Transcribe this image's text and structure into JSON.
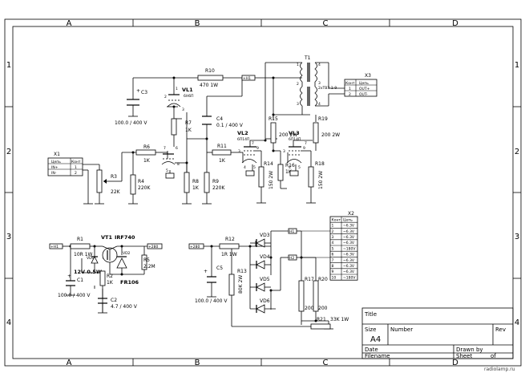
{
  "frame": {
    "columns": [
      "A",
      "B",
      "C",
      "D"
    ],
    "rows": [
      "1",
      "2",
      "3",
      "4"
    ]
  },
  "title_block": {
    "title": "Title",
    "size_label": "Size",
    "size_value": "A4",
    "number_label": "Number",
    "rev_label": "Rev",
    "date_label": "Date",
    "drawn_by_label": "Drawn by",
    "filename_label": "Filename",
    "sheet_label": "Sheet",
    "of_label": "of"
  },
  "watermark": "radiolamp.ru",
  "components": {
    "R10": {
      "ref": "R10",
      "value": "470 1W"
    },
    "C3": {
      "ref": "C3",
      "value": "100.0 / 400 V"
    },
    "VL1": {
      "ref": "VL1",
      "type": "6Н6П"
    },
    "R7": {
      "ref": "R7",
      "value": "1K"
    },
    "C4": {
      "ref": "C4",
      "value": "0.1 / 400 V"
    },
    "R6": {
      "ref": "R6",
      "value": "1K"
    },
    "R3": {
      "ref": "R3",
      "value": "22K"
    },
    "R4": {
      "ref": "R4",
      "value": "220K"
    },
    "R8": {
      "ref": "R8",
      "value": "1K"
    },
    "R9": {
      "ref": "R9",
      "value": "220K"
    },
    "R11": {
      "ref": "R11",
      "value": "1K"
    },
    "VL2": {
      "ref": "VL2",
      "type": "6П14П"
    },
    "R15": {
      "ref": "R15",
      "value": "200 2W"
    },
    "R14": {
      "ref": "R14",
      "value": "150 2W"
    },
    "R16": {
      "ref": "R16",
      "value": "1K"
    },
    "VL3": {
      "ref": "VL3",
      "type": "6П14П"
    },
    "R19": {
      "ref": "R19",
      "value": "200 2W"
    },
    "R18": {
      "ref": "R18",
      "value": "150 2W"
    },
    "T1": {
      "ref": "T1",
      "type": "2хТВЗ-1-9"
    },
    "R1": {
      "ref": "R1",
      "value": "10R 1W"
    },
    "VD1": {
      "ref": "VD1",
      "value": "12V 0.5W"
    },
    "C1": {
      "ref": "C1",
      "value": "100.0 / 400 V"
    },
    "VT1": {
      "ref": "VT1",
      "type": "IRF740"
    },
    "VD2": {
      "ref": "VD2",
      "type": "FR106"
    },
    "R2": {
      "ref": "R2",
      "value": "1K"
    },
    "R5": {
      "ref": "R5",
      "value": "2.2M"
    },
    "C2": {
      "ref": "C2",
      "value": "4.7 / 400 V"
    },
    "R12": {
      "ref": "R12",
      "value": "1R 1W"
    },
    "R13": {
      "ref": "R13",
      "value": "80K 2W"
    },
    "C5": {
      "ref": "C5",
      "value": "100.0 / 400 V"
    },
    "VD3": {
      "ref": "VD3"
    },
    "VD4": {
      "ref": "VD4"
    },
    "VD5": {
      "ref": "VD5"
    },
    "VD6": {
      "ref": "VD6"
    },
    "R17": {
      "ref": "R17",
      "value": "200"
    },
    "R20": {
      "ref": "R20",
      "value": "200"
    },
    "R21": {
      "ref": "R21",
      "value": "33K 1W"
    }
  },
  "pins": {
    "vl1": [
      "1",
      "2",
      "3",
      "5",
      "6",
      "7",
      "8"
    ],
    "vl2": [
      "7",
      "9",
      "3",
      "4",
      "5"
    ],
    "vl3": [
      "7",
      "9",
      "3",
      "4",
      "5"
    ],
    "t1": [
      "1",
      "4",
      "2",
      "3",
      "3",
      "4"
    ]
  },
  "nets": {
    "plus_hv": "+Н1",
    "plus_out": "+Н1",
    "plus_280": "+280",
    "plus_280b": "+280",
    "n1": "Н1",
    "n2": "Н2",
    "v1_a": "Н1",
    "v1_b": "Н2",
    "v2_a": "Н1",
    "v2_b": "Н2"
  },
  "x1": {
    "ref": "X1",
    "headers": [
      "Цепь",
      "Конт"
    ],
    "rows": [
      [
        "IN+",
        "1"
      ],
      [
        "IN-",
        "2"
      ]
    ]
  },
  "x3": {
    "ref": "X3",
    "headers": [
      "Конт",
      "Цепь"
    ],
    "rows": [
      [
        "1",
        "OUT+"
      ],
      [
        "2",
        "OUT-"
      ]
    ]
  },
  "x2": {
    "ref": "X2",
    "headers": [
      "Конт",
      "Цепь"
    ],
    "rows": [
      [
        "1",
        "~6.3V"
      ],
      [
        "2",
        "~6.3V"
      ],
      [
        "3",
        "~6.3V"
      ],
      [
        "4",
        "~6.3V"
      ],
      [
        "5",
        "~180V"
      ],
      [
        "6",
        "~6.3V"
      ],
      [
        "7",
        "~6.3V"
      ],
      [
        "8",
        "~6.3V"
      ],
      [
        "9",
        "~6.3V"
      ],
      [
        "10",
        "~180V"
      ]
    ]
  }
}
